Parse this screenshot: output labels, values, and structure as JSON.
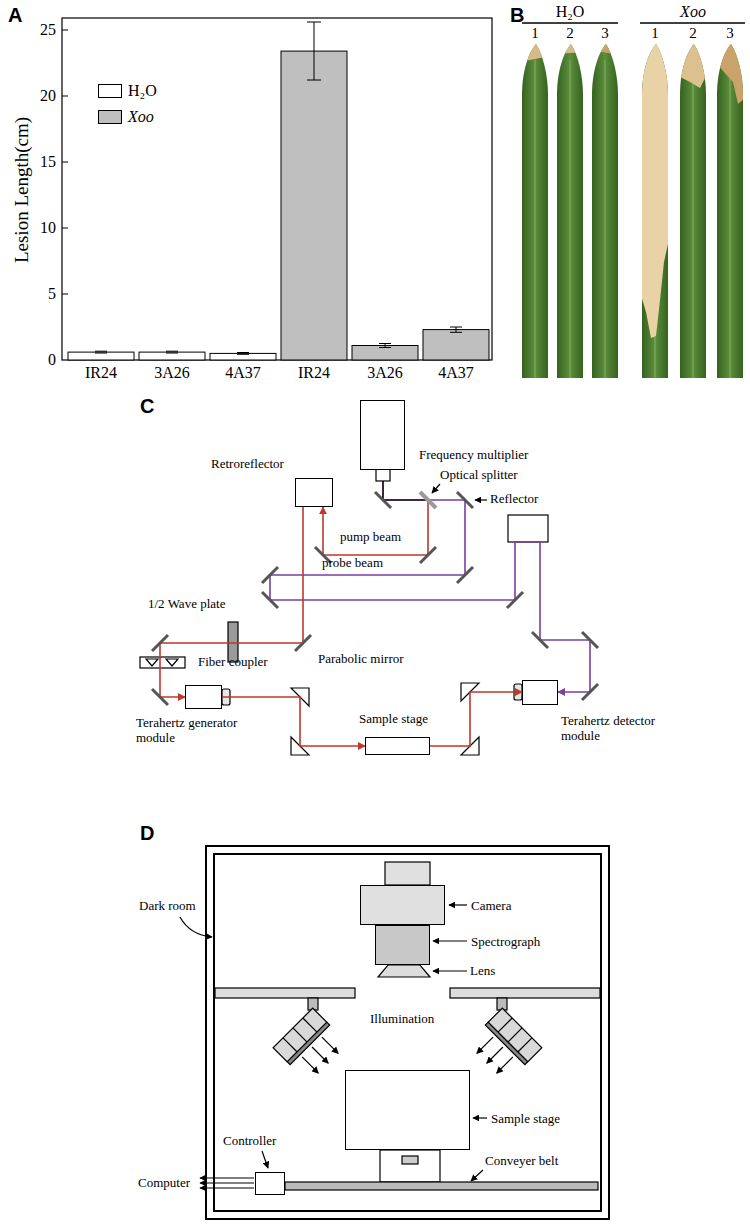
{
  "diagram": {
    "nodes": [
      {
        "text": [
          "Frequency multiplier"
        ]
      },
      {
        "text": [
          "Retroreflector"
        ]
      },
      {
        "text": [
          "Terahertz generator module"
        ]
      },
      {
        "text": [
          "Sample stage"
        ]
      },
      {
        "text": [
          "Terahertz detector module"
        ]
      },
      {
        "text": [
          "Dark room"
        ]
      },
      {
        "text": [
          "Camera"
        ],
        "in": 5
      },
      {
        "text": [
          "Spectrograph"
        ],
        "in": 5
      },
      {
        "text": [
          "Lens"
        ],
        "in": 5
      },
      {
        "text": [
          "Sample stage"
        ],
        "in": 5
      },
      {
        "text": [
          "Controller"
        ],
        "in": 5
      }
    ],
    "edges": [
      {
        "from": 0,
        "to": 1,
        "arrow": "to",
        "label": "pump beam"
      },
      {
        "from": 0,
        "to": 4,
        "arrow": "to",
        "label": "probe beam"
      },
      {
        "from": 1,
        "to": 2,
        "arrow": "to"
      },
      {
        "from": 2,
        "to": 3,
        "arrow": "to"
      },
      {
        "from": 3,
        "to": 4,
        "arrow": "to"
      }
    ],
    "labels": [
      "A",
      "Lesion Length(cm)",
      "0",
      "5",
      "10",
      "15",
      "20",
      "25",
      "IR24",
      "3A26",
      "4A37",
      "IR24",
      "3A26",
      "4A37",
      "B",
      "H₂O",
      "Xoo",
      "1",
      "2",
      "3",
      "1",
      "2",
      "3",
      "C",
      "Optical splitter",
      "Reflector",
      "1/2 Wave plate",
      "Fiber coupler",
      "Parabolic mirror",
      "D",
      "Illumination",
      "Conveyer belt",
      "Computer"
    ],
    "legend": [
      {
        "text": "H₂O",
        "color": "#ffffff"
      },
      {
        "text": "Xoo",
        "color": "#bfbfbf"
      }
    ]
  }
}
